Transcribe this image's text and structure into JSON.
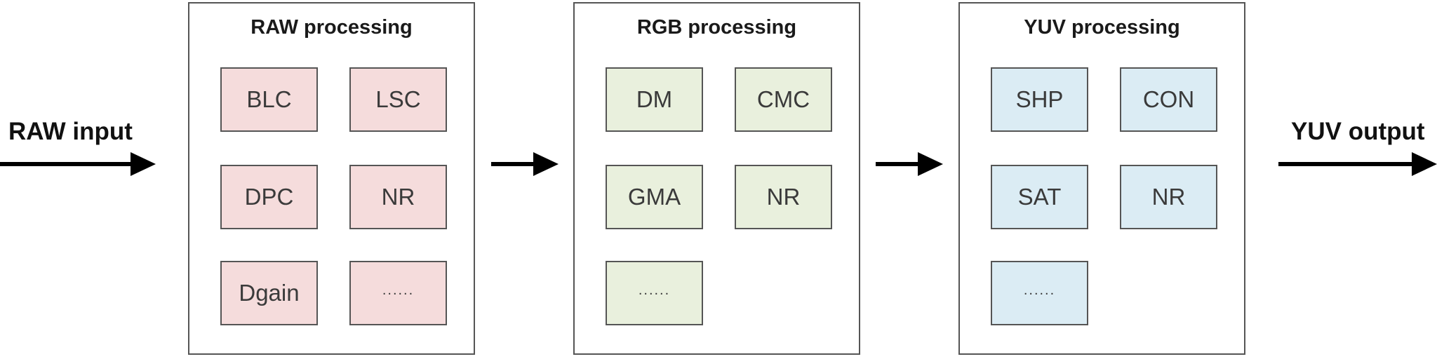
{
  "input_label": "RAW input",
  "output_label": "YUV output",
  "stages": [
    {
      "title": "RAW processing",
      "modules": [
        "BLC",
        "LSC",
        "DPC",
        "NR",
        "Dgain",
        "......"
      ]
    },
    {
      "title": "RGB processing",
      "modules": [
        "DM",
        "CMC",
        "GMA",
        "NR",
        "......"
      ]
    },
    {
      "title": "YUV processing",
      "modules": [
        "SHP",
        "CON",
        "SAT",
        "NR",
        "......"
      ]
    }
  ]
}
